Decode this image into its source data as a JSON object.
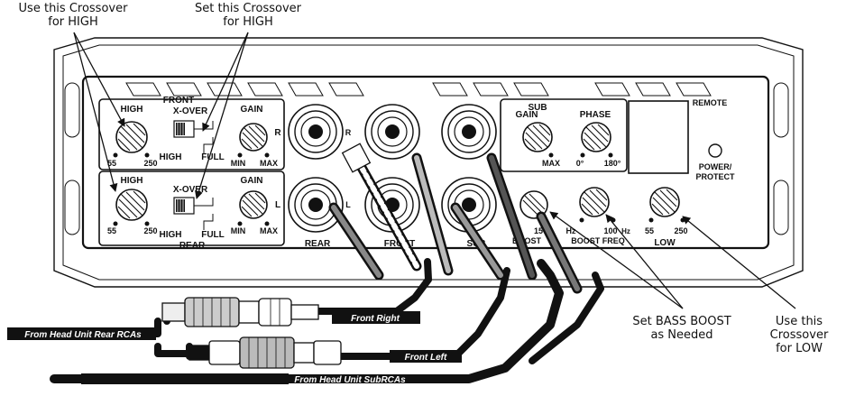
{
  "callouts": {
    "use_high": [
      "Use this Crossover",
      "for HIGH"
    ],
    "set_high": [
      "Set this Crossover",
      "for HIGH"
    ],
    "bass_boost": [
      "Set BASS BOOST",
      "as Needed"
    ],
    "use_low": [
      "Use this",
      "Crossover",
      "for LOW"
    ]
  },
  "panel": {
    "front": "FRONT",
    "xover": "X-OVER",
    "high": "HIGH",
    "gain": "GAIN",
    "min": "MIN",
    "max": "MAX",
    "full": "FULL",
    "rear": "REAR",
    "r": "R",
    "l": "L",
    "freq_lo": "55",
    "freq_hi": "250",
    "sub": "SUB",
    "phase": "PHASE",
    "deg0": "0°",
    "deg180": "180°",
    "remote": "REMOTE",
    "power": "POWER/",
    "protect": "PROTECT",
    "in_rear": "REAR",
    "in_front": "FRONT",
    "in_sub": "SUB",
    "boost": "BOOST",
    "boost_freq": "BOOST FREQ",
    "boost_lo": "15",
    "boost_hi": "100",
    "hz": "Hz",
    "low": "LOW"
  },
  "cables": {
    "front_right": "Front Right",
    "front_left": "Front Left",
    "rear_rcas": "From Head Unit Rear RCAs",
    "sub_rcas": "From Head Unit SubRCAs"
  }
}
